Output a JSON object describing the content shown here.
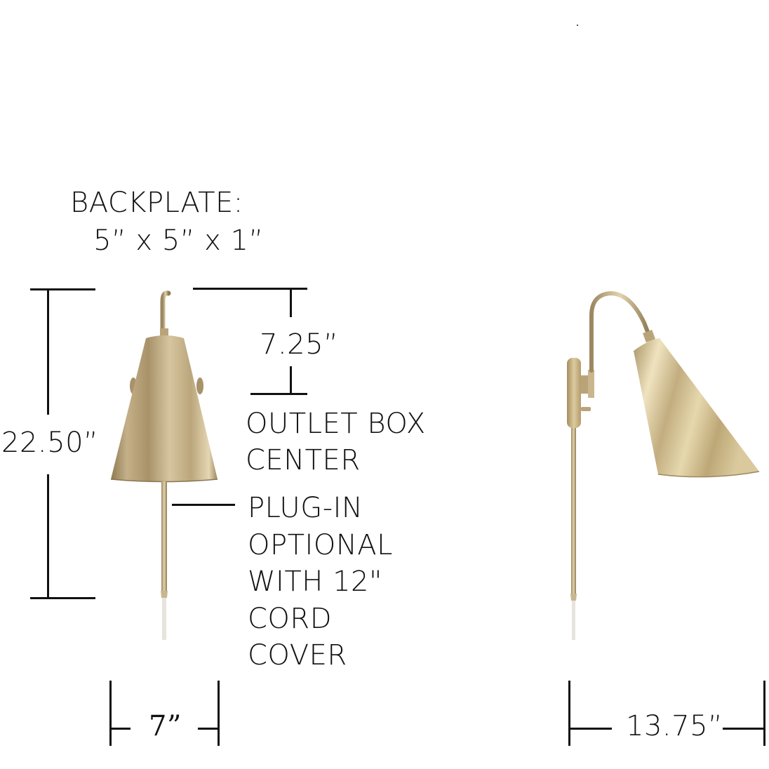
{
  "backplate": {
    "title": "BACKPLATE:",
    "dimensions": "5” x 5” x 1”"
  },
  "dimensions": {
    "height": "22.50”",
    "outlet_offset": "7.25”",
    "front_width": "7”",
    "side_extension": "13.75”"
  },
  "callouts": {
    "outlet": [
      "OUTLET BOX",
      "CENTER"
    ],
    "plug_in": [
      "PLUG-IN",
      "OPTIONAL",
      "WITH 12\"",
      "CORD",
      "COVER"
    ]
  },
  "colors": {
    "brass": "#c9b68c",
    "brass_dark": "#8f7a52",
    "brass_light": "#e9dcb9",
    "line": "#111111",
    "cord": "#e6e4dc"
  },
  "views": [
    "front-view",
    "side-view"
  ]
}
